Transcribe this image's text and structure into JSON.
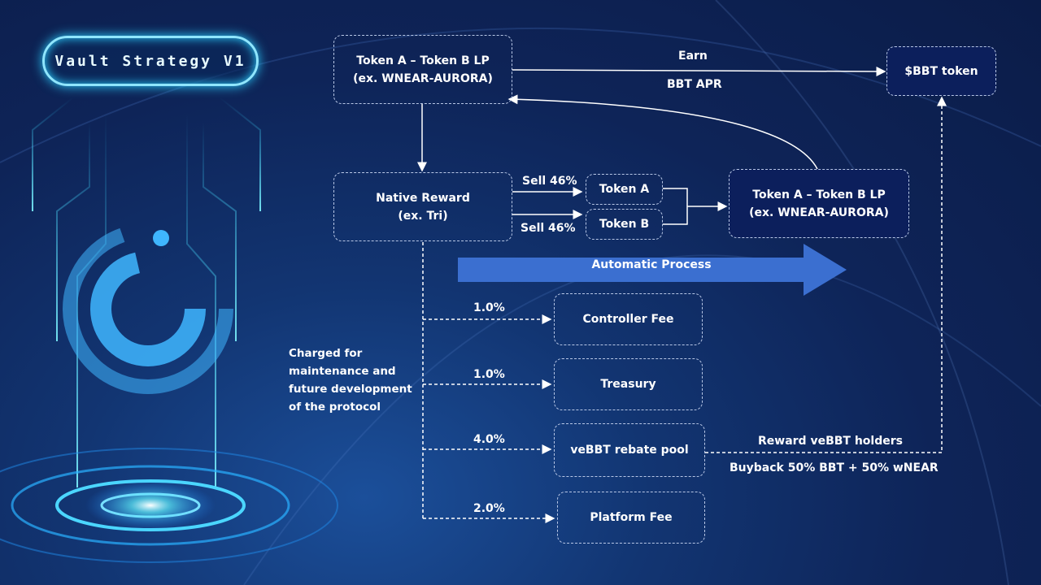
{
  "title": "Vault Strategy V1",
  "lp_source": {
    "line1": "Token A – Token B LP",
    "line2": "(ex. WNEAR-AURORA)"
  },
  "bbt_token": "$BBT token",
  "earn_label": "Earn",
  "apr_label": "BBT APR",
  "native_reward": {
    "line1": "Native Reward",
    "line2": "(ex. Tri)"
  },
  "sell_a": "Sell 46%",
  "sell_b": "Sell 46%",
  "token_a": "Token A",
  "token_b": "Token B",
  "lp_result": {
    "line1": "Token A – Token B LP",
    "line2": "(ex. WNEAR-AURORA)"
  },
  "automatic_process": "Automatic Process",
  "fees": [
    {
      "pct": "1.0%",
      "name": "Controller Fee"
    },
    {
      "pct": "1.0%",
      "name": "Treasury"
    },
    {
      "pct": "4.0%",
      "name": "veBBT rebate pool"
    },
    {
      "pct": "2.0%",
      "name": "Platform Fee"
    }
  ],
  "charged_note": "Charged for maintenance and future development of the protocol",
  "reward_label": "Reward veBBT holders",
  "buyback_label": "Buyback 50% BBT + 50% wNEAR",
  "colors": {
    "accent_blue": "#3b6fd0",
    "glow": "#2ad0ff",
    "box_border": "#b8c7e6"
  }
}
